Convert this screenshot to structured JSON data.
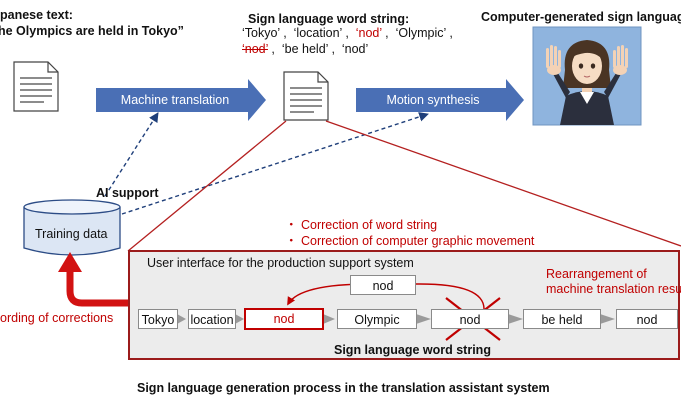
{
  "input": {
    "title": "panese text:",
    "sentence": "he Olympics are held in Tokyo”"
  },
  "word_string": {
    "title": "Sign language word string:",
    "line1": [
      {
        "text": "‘Tokyo’",
        "style": "normal"
      },
      {
        "text": "‘location’",
        "style": "normal"
      },
      {
        "text": "‘nod’",
        "style": "red"
      },
      {
        "text": "‘Olympic’",
        "style": "normal"
      }
    ],
    "line2": [
      {
        "text": "‘nod’",
        "style": "red-strike"
      },
      {
        "text": "‘be held’",
        "style": "normal"
      },
      {
        "text": "‘nod’",
        "style": "normal"
      }
    ]
  },
  "output": {
    "title": "Computer-generated sign languag"
  },
  "process": {
    "machine_translation": "Machine translation",
    "motion_synthesis": "Motion synthesis",
    "ai_support": "AI support",
    "training_data": "Training data",
    "recording": "ording of corrections"
  },
  "corrections": {
    "word_string": "・ Correction of word string",
    "cg_movement": "・ Correction of computer graphic movement"
  },
  "ui_panel": {
    "title": "User interface for the production support system",
    "rearrangement_line1": "Rearrangement of",
    "rearrangement_line2": "machine translation resul",
    "moved_word": "nod",
    "words": [
      "Tokyo",
      "location",
      "nod",
      "Olympic",
      "nod",
      "be held",
      "nod"
    ],
    "footer": "Sign language word string"
  },
  "caption": "Sign language generation process in the translation assistant system",
  "colors": {
    "arrow_blue": "#4a6fb5",
    "accent_red": "#c00000",
    "panel_border": "#9b1b1b",
    "cylinder_fill": "#dce6f4"
  },
  "icons": {
    "document": "document-icon",
    "avatar": "signing-avatar-icon",
    "database": "cylinder-database-icon"
  }
}
